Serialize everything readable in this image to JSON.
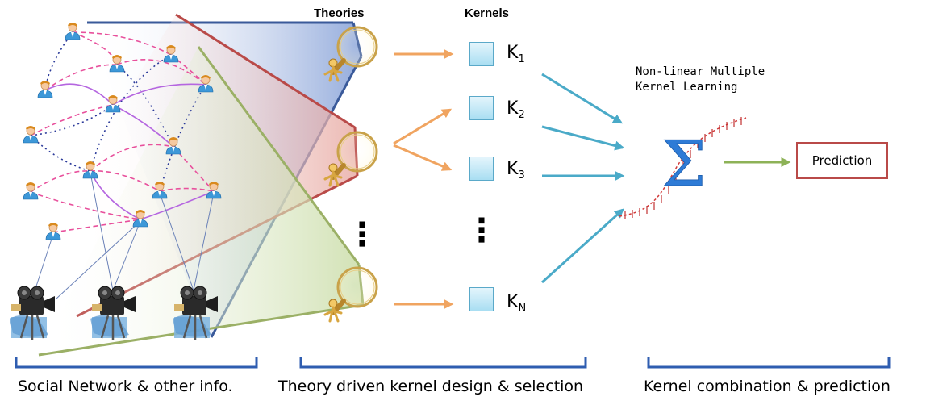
{
  "headers": {
    "theories": "Theories",
    "kernels": "Kernels"
  },
  "kernels": [
    {
      "base": "K",
      "sub": "1"
    },
    {
      "base": "K",
      "sub": "2"
    },
    {
      "base": "K",
      "sub": "3"
    },
    {
      "base": "K",
      "sub": "N"
    }
  ],
  "mkl_label": {
    "line1": "Non-linear Multiple",
    "line2": "Kernel Learning"
  },
  "sum_symbol": "Σ",
  "prediction_label": "Prediction",
  "ellipsis": "⋮",
  "footer": {
    "left": "Social Network & other info.",
    "middle": "Theory driven kernel design & selection",
    "right": "Kernel combination & prediction"
  },
  "colors": {
    "blue_projection": "#3a5a9a",
    "red_projection": "#b94a48",
    "green_projection": "#9bb066",
    "orange_arrow": "#f0a460",
    "teal_arrow": "#4aaac8",
    "green_arrow": "#8db257",
    "bracket": "#2f5db0",
    "sum_blue": "#2e7bd6",
    "pink_dashed": "#e8509c",
    "purple_link": "#b566e0",
    "navy_dotted": "#2b3a9a"
  }
}
